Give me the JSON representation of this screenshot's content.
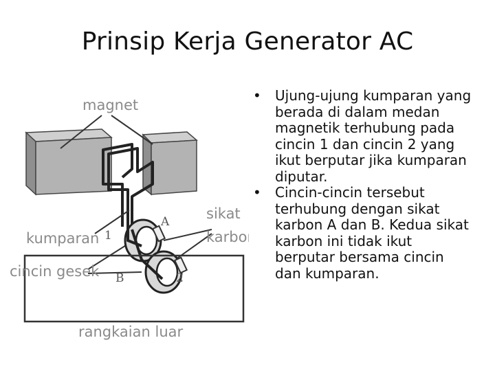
{
  "title": "Prinsip Kerja Generator AC",
  "diagram": {
    "labels": {
      "magnet": "magnet",
      "sikat": "sikat",
      "karbon": "karbon",
      "kumparan": "kumparan",
      "cincin_gesek": "cincin gesek",
      "rangkaian_luar": "rangkaian luar",
      "A": "A",
      "B": "B",
      "one": "1",
      "two": "2"
    }
  },
  "bullets": [
    "Ujung-ujung kumparan yang berada di dalam medan magnetik terhubung pada cincin 1 dan cincin 2 yang ikut berputar jika kumparan diputar.",
    "Cincin-cincin tersebut terhubung dengan sikat karbon A dan B. Kedua sikat karbon ini tidak ikut berputar bersama cincin dan kumparan."
  ]
}
